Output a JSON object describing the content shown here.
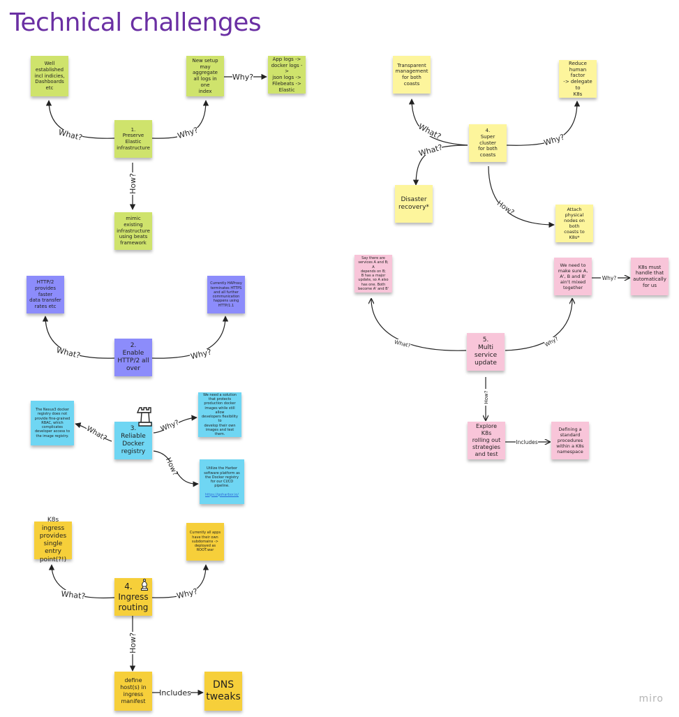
{
  "title": "Technical challenges",
  "watermark": "miro",
  "notes": {
    "n1_what": "Well\nestablished\nincl indicies,\nDashboards\netc",
    "n1_center": "1.\nPreserve\nElastic\ninfrastructure",
    "n1_why": "New setup\nmay aggregate\nall logs in one\nindex",
    "n1_why2": "App logs ->\ndocker logs ->\njson logs ->\nFilebeats ->\nElastic",
    "n1_how": "mimic existing\ninfrastructure\nusing beats\nframework",
    "n2_what": "HTTP/2\nprovides faster\ndata transfer\nrates etc",
    "n2_center": "2.\nEnable\nHTTP/2 all\nover",
    "n2_why": "Currently HAProxy\nterminates HTTPS\nand all further\ncommunication\nhappens using\nHTTP/1.1",
    "n3_what": "The Nexus3 docker\nregistry does not\nprovide fine-grained\nRBAC, which\ncomplicates\ndeveloper access to\nthe image registry.",
    "n3_center": "3.\nReliable\nDocker\nregistry",
    "n3_why": "We need a solution\nthat protects\nproduction docker\nimages while still allow\ndevelopers flexibility to\ndevelop their own\nimages and test them.",
    "n3_how": "Utilize the Harbor\nsoftware platform as\nthe Docker registry\nfor our CI/CD\npipeline.",
    "n3_how_link": "https://goharbor.io/",
    "n4_what": "K8s ingress\nprovides\nsingle entry\npoint(?!)",
    "n4_center_num": "4.",
    "n4_center": "Ingress\nrouting",
    "n4_why": "Currently all apps\nhave their own\nsubdomains ->\ndeployed as\nROOT.war",
    "n4_how": "define\nhost(s) in\ningress\nmanifest",
    "n4_incl": "DNS\ntweaks",
    "r4_what": "Transparent\nmanagement\nfor both\ncoasts",
    "r4_center": "4.\nSuper cluster\nfor both\ncoasts",
    "r4_why": "Reduce\nhuman factor\n-> delegate to\nK8s",
    "r4_what2": "Disaster\nrecovery*",
    "r4_how": "Attach physical\nnodes on both\ncoasts to K8s*",
    "r5_what": "Say there are\nservices A and B; A\ndepends on B;\nB has a major\nupdate, so A also\nhas one. Both\nbecome A' and B'",
    "r5_center": "5.\nMulti\nservice\nupdate",
    "r5_why": "We need to\nmake sure A,\nA', B and B'\nain't mixed\ntogether",
    "r5_why2": "K8s must\nhandle that\nautomatically\nfor us",
    "r5_how": "Explore K8s\nrolling out\nstrategies\nand test",
    "r5_incl": "Defining a\nstandard\nprocedures\nwithin a K8s\nnamespace"
  },
  "edge_labels": {
    "what": "What?",
    "why": "Why?",
    "how": "How?",
    "includes": "Includes"
  },
  "colors": {
    "title": "#6a2fa3",
    "green": "#cfe36c",
    "light_yellow": "#fdf59c",
    "blue": "#8c8cfb",
    "cyan": "#6fd6f3",
    "gold": "#f6cf3a",
    "pink": "#f8c5d9"
  },
  "icons": [
    "chess-rook-icon",
    "chess-bishop-icon"
  ]
}
